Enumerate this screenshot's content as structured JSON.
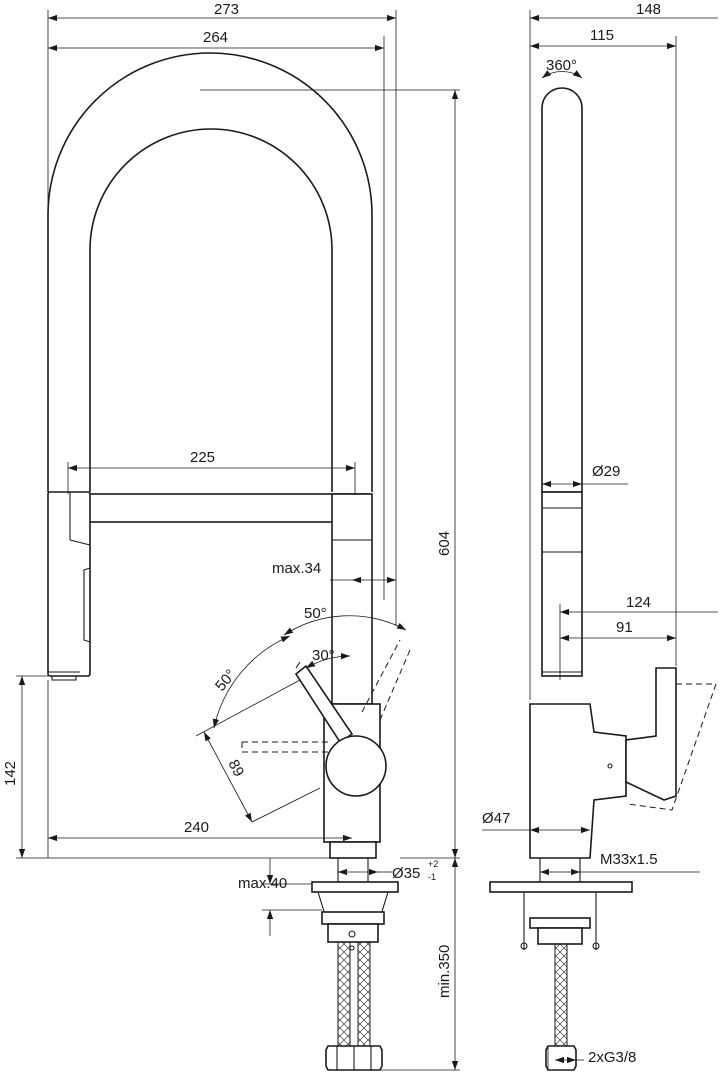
{
  "dimensions": {
    "d273": "273",
    "d264": "264",
    "d148": "148",
    "d115": "115",
    "d360": "360°",
    "d225": "225",
    "d29": "Ø29",
    "dmax34": "max.34",
    "d604": "604",
    "d50a": "50°",
    "d30": "30°",
    "d50b": "50°",
    "d124": "124",
    "d91": "91",
    "d142": "142",
    "d89": "89",
    "d240": "240",
    "d47": "Ø47",
    "d35": "Ø35",
    "d35up": "+2",
    "d35dn": "-1",
    "dm33": "M33x1.5",
    "dmax40": "max.40",
    "dmin350": "min.350",
    "dg38": "2xG3/8"
  }
}
